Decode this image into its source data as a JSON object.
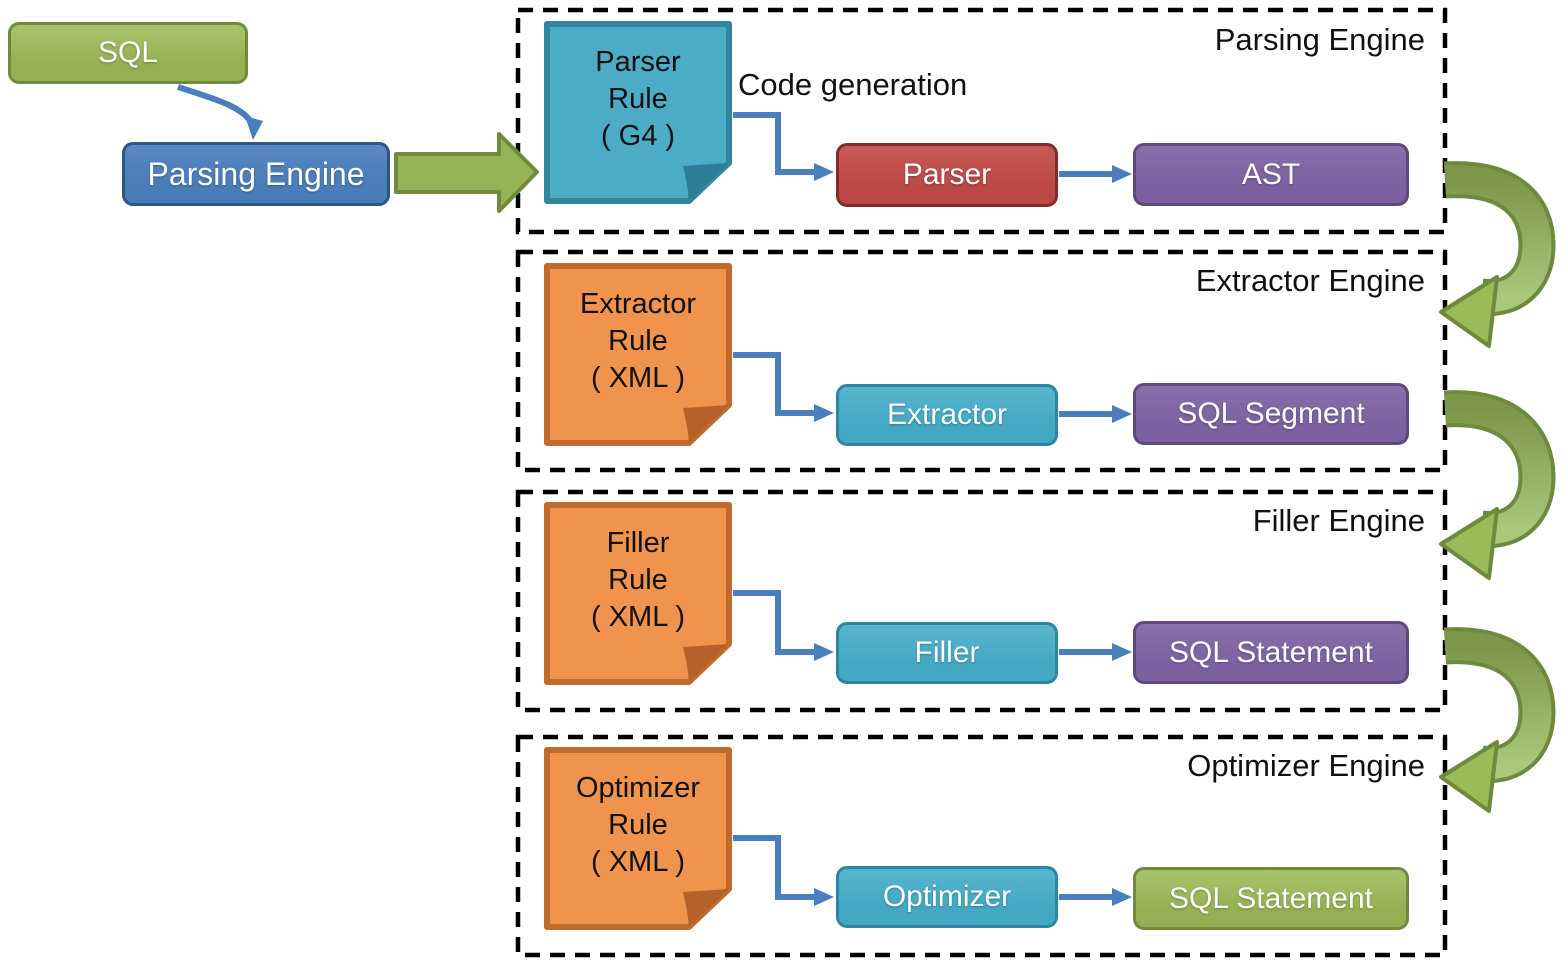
{
  "input_box": "SQL",
  "entry_box": "Parsing Engine",
  "code_generation_label": "Code generation",
  "stages": [
    {
      "title": "Parsing Engine",
      "rule_note": "Parser\nRule\n( G4 )",
      "processor": "Parser",
      "output": "AST"
    },
    {
      "title": "Extractor Engine",
      "rule_note": "Extractor\nRule\n( XML )",
      "processor": "Extractor",
      "output": "SQL Segment"
    },
    {
      "title": "Filler Engine",
      "rule_note": "Filler\nRule\n( XML )",
      "processor": "Filler",
      "output": "SQL Statement"
    },
    {
      "title": "Optimizer Engine",
      "rule_note": "Optimizer\nRule\n( XML )",
      "processor": "Optimizer",
      "output": "SQL Statement"
    }
  ],
  "colors": {
    "green": "#9BBB59",
    "blue": "#4F81BD",
    "red": "#C0504D",
    "purple": "#8064A2",
    "teal": "#4BACC6",
    "orange": "#F0944D",
    "connector_blue": "#4A7EBC",
    "curved_arrow_green": "#8FAE4E",
    "frame_dash": "#000000"
  }
}
